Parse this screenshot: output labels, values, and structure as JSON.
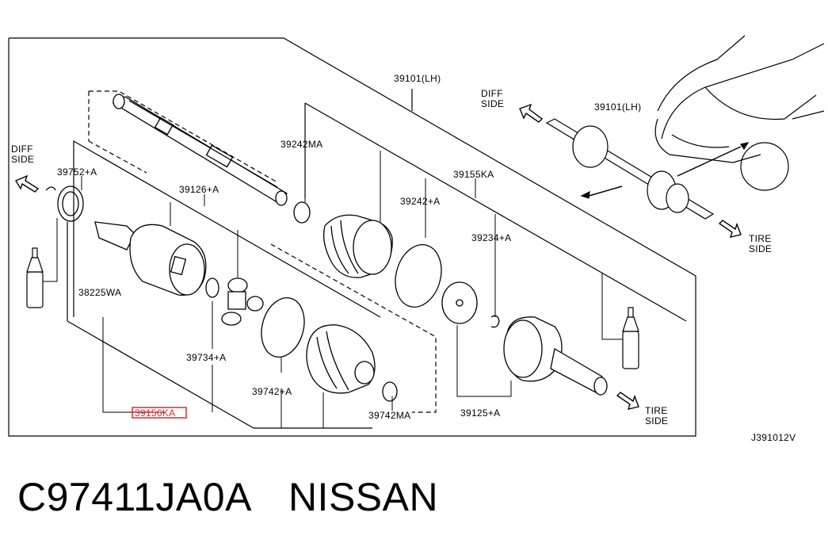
{
  "diagram": {
    "labels": {
      "p39101_main": "39101(LH)",
      "p39101_right": "39101(LH)",
      "p39242MA": "39242MA",
      "p39155KA": "39155KA",
      "p39242A": "39242+A",
      "p39126A": "39126+A",
      "p39752A": "39752+A",
      "p38225WA": "38225WA",
      "p39234A": "39234+A",
      "p39734A": "39734+A",
      "p39742A": "39742+A",
      "p39742MA": "39742MA",
      "p39125A": "39125+A",
      "p39156KA": "39156KA",
      "code": "J391012V"
    },
    "directions": {
      "diff_side_left": [
        "DIFF",
        "SIDE"
      ],
      "diff_side_right": [
        "DIFF",
        "SIDE"
      ],
      "tire_side_right": [
        "TIRE",
        "SIDE"
      ],
      "tire_side_bottom": [
        "TIRE",
        "SIDE"
      ]
    },
    "highlight_color": "#e8262b"
  },
  "caption": {
    "part_number": "C97411JA0A",
    "brand": "NISSAN"
  }
}
